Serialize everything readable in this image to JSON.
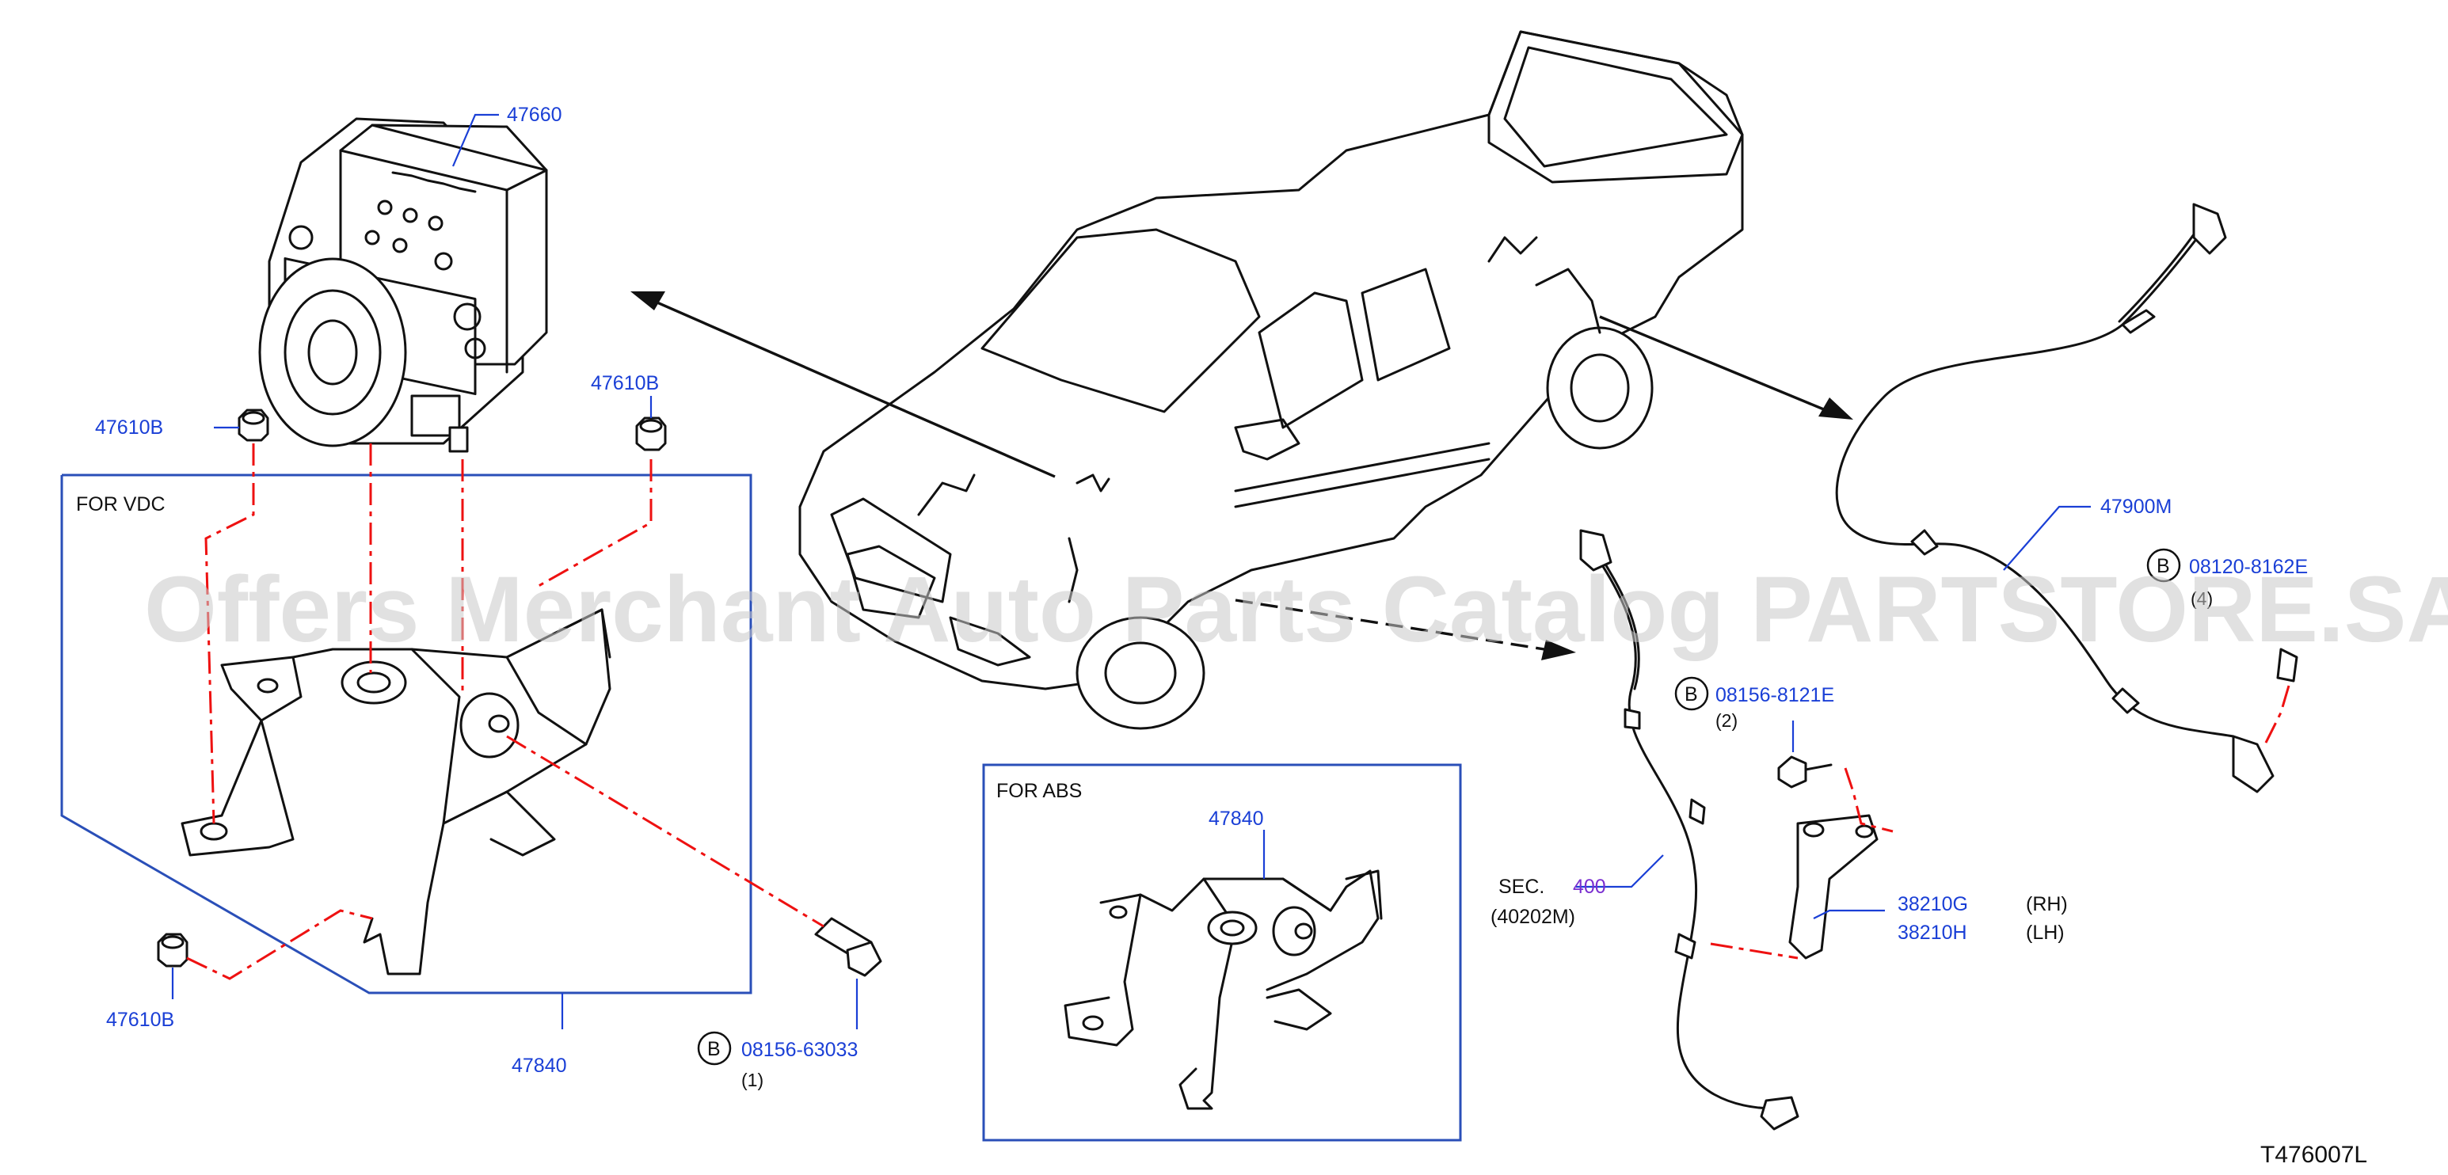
{
  "diagram": {
    "id_code": "T476007L",
    "watermark": "Offers Merchant Auto Parts Catalog PARTSTORE.SA",
    "boxes": {
      "vdc_title": "FOR   VDC",
      "abs_title": "FOR   ABS"
    },
    "parts": {
      "actuator": "47660",
      "nut_top_left": "47610B",
      "nut_top_right": "47610B",
      "nut_bottom": "47610B",
      "bracket_vdc": "47840",
      "bracket_abs": "47840",
      "bolt_bracket": "08156-63033",
      "bolt_bracket_qty": "(1)",
      "sensor_rear": "47900M",
      "bolt_rear": "08120-8162E",
      "bolt_rear_qty": "(4)",
      "bolt_front": "08156-8121E",
      "bolt_front_qty": "(2)",
      "sec_label": "SEC.",
      "sec_num": "400",
      "sec_sub": "(40202M)",
      "bracket_sensor_rh": "38210G",
      "bracket_sensor_rh_side": "(RH)",
      "bracket_sensor_lh": "38210H",
      "bracket_sensor_lh_side": "(LH)",
      "bolt_marker": "B"
    },
    "colors": {
      "part_number": "#1a3fd6",
      "section_ref": "#7a2fd0",
      "phantom_line": "#e11111",
      "frame": "#2a4fb8",
      "outline": "#111111"
    }
  }
}
